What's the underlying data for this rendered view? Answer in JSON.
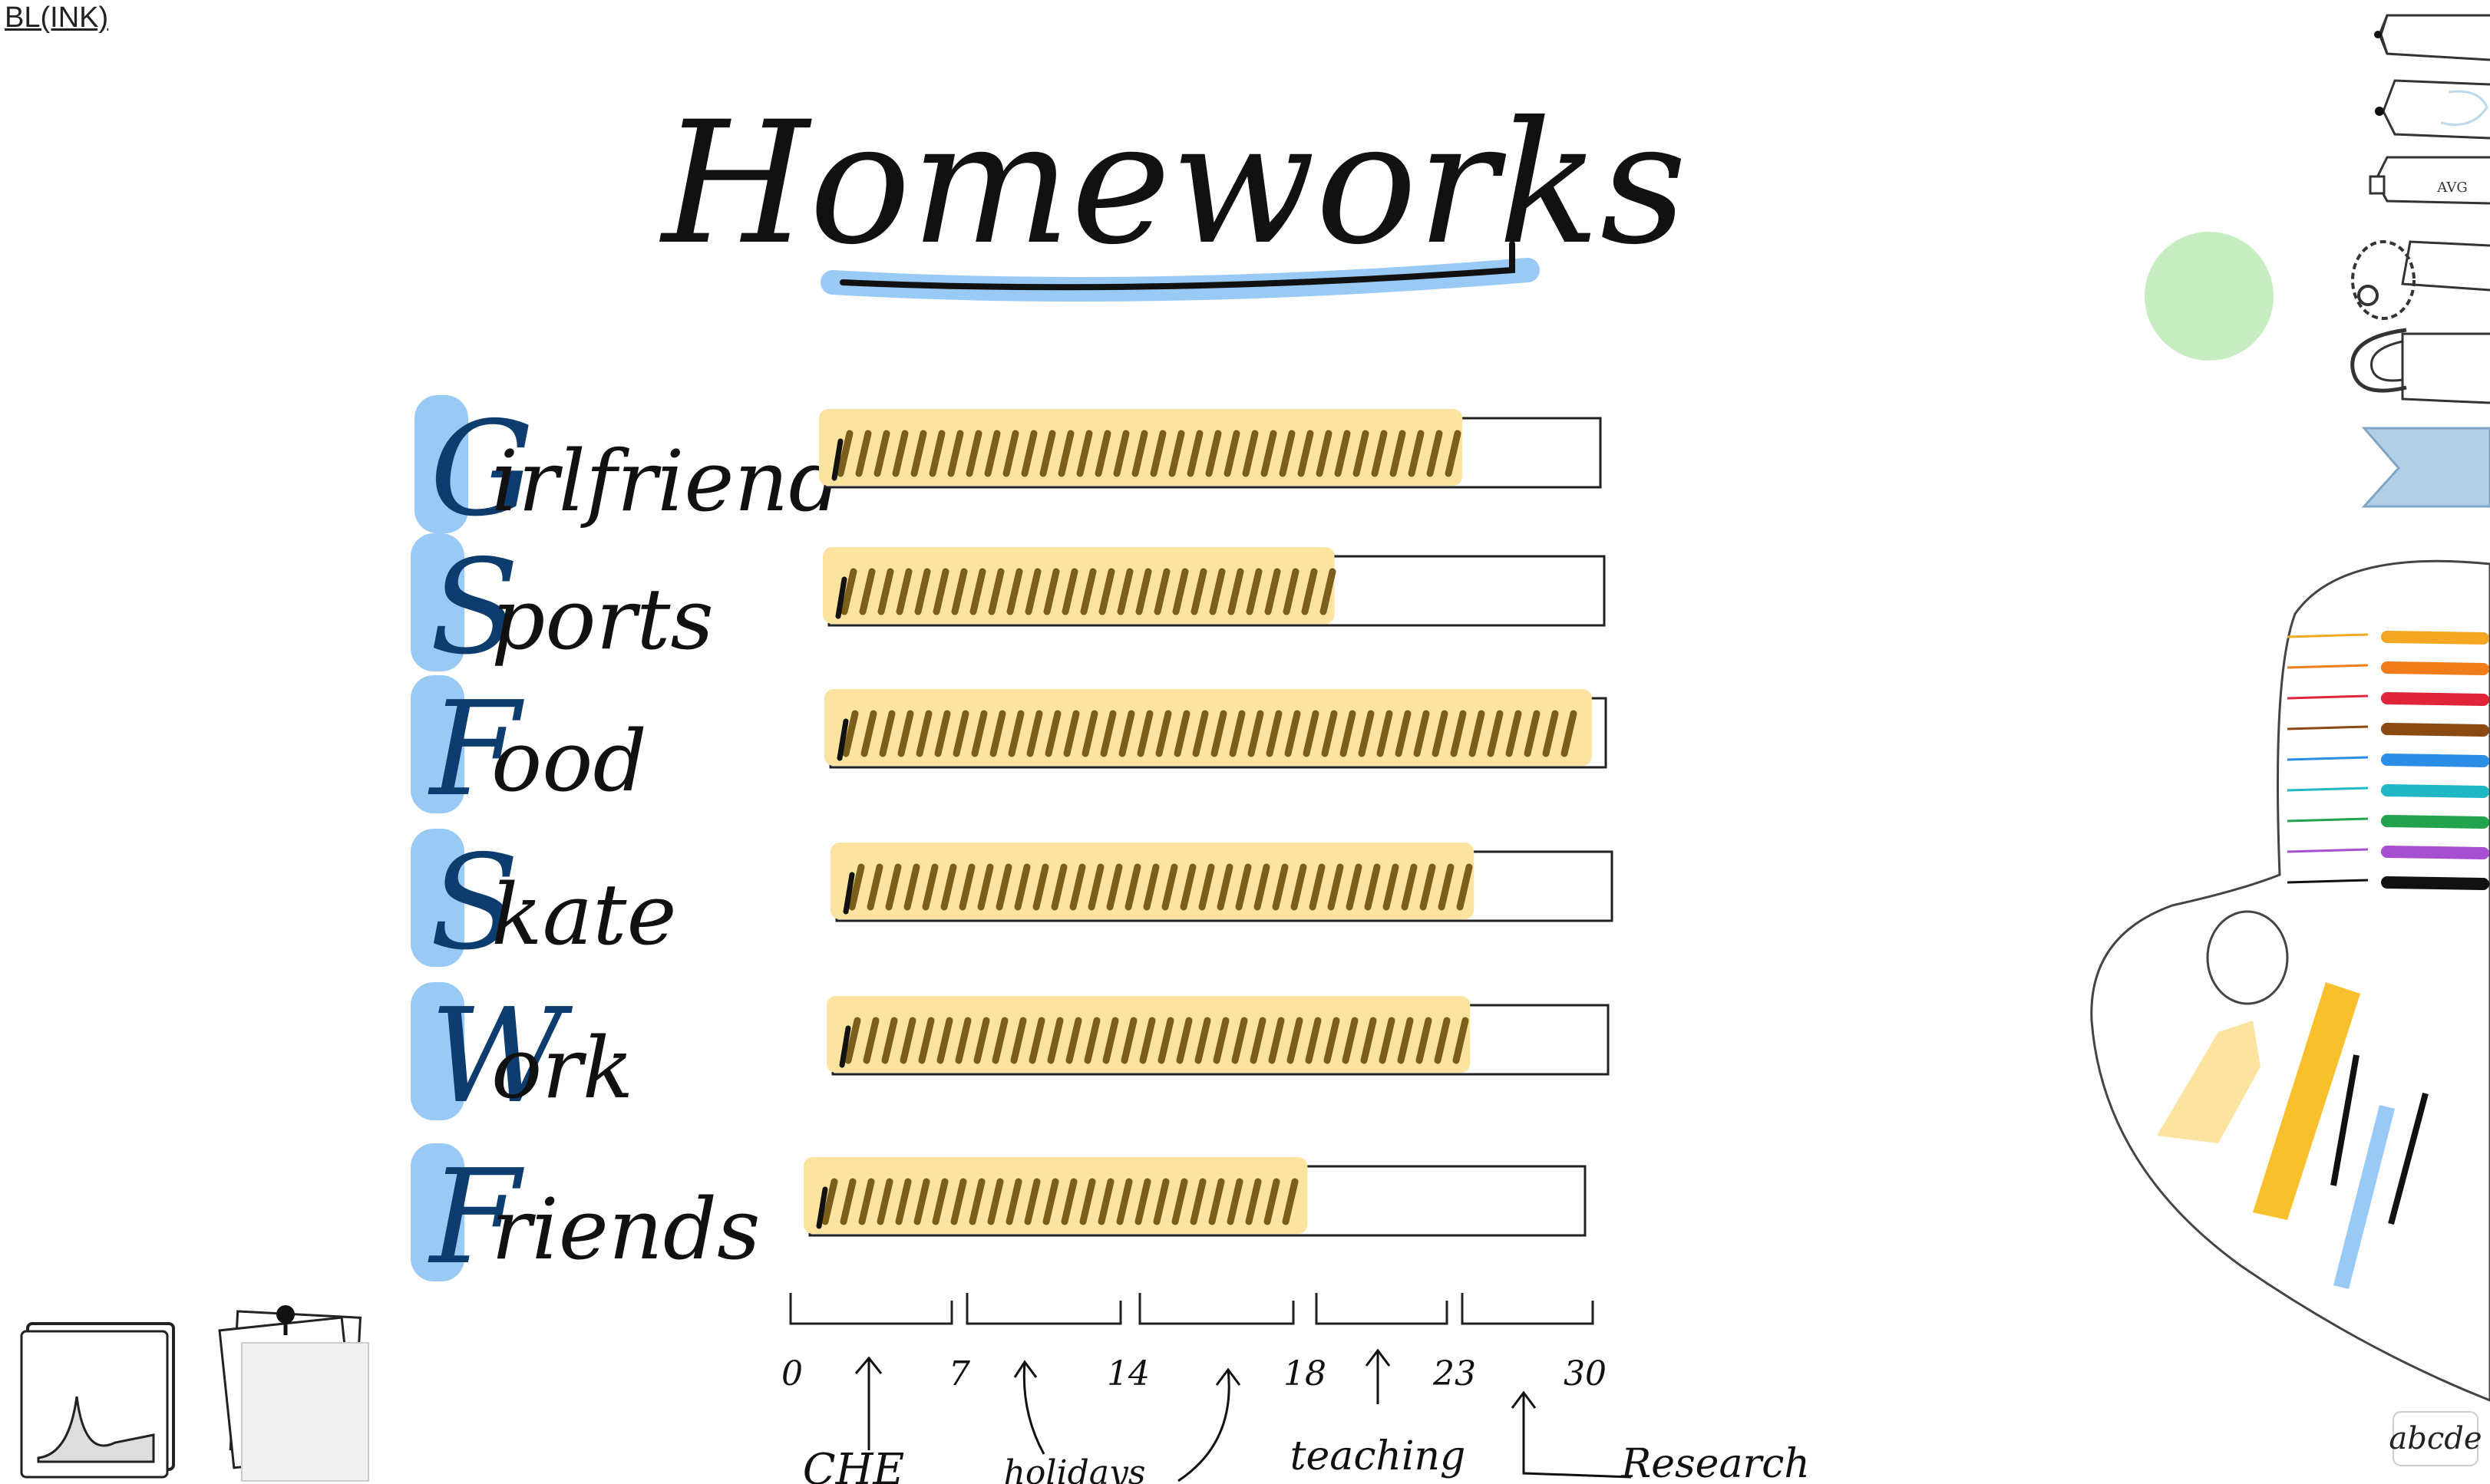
{
  "app": {
    "title": "BL(INK)"
  },
  "colors": {
    "highlight_blue": "#99c9f5",
    "highlight_yellow": "#fce4a0",
    "hatch": "#7a5e1a",
    "ink": "#111111",
    "dot_green": "#c8ecc2",
    "ribbon_blue": "#b3cfe6"
  },
  "board": {
    "title": "Homeworks",
    "categories": [
      {
        "initial": "G",
        "rest": "irlfriend",
        "progress": 0.82
      },
      {
        "initial": "S",
        "rest": "ports",
        "progress": 0.65
      },
      {
        "initial": "F",
        "rest": "ood",
        "progress": 0.98
      },
      {
        "initial": "S",
        "rest": "kate",
        "progress": 0.82
      },
      {
        "initial": "W",
        "rest": "ork",
        "progress": 0.82
      },
      {
        "initial": "F",
        "rest": "riends",
        "progress": 0.64
      }
    ],
    "timeline": {
      "ticks": [
        "0",
        "7",
        "14",
        "18",
        "23",
        "30"
      ],
      "labels": [
        "CHE",
        "holidays",
        "teaching",
        "Research"
      ]
    }
  },
  "toolbar": {
    "tools": [
      {
        "name": "pen-tool"
      },
      {
        "name": "highlighter-tool"
      },
      {
        "name": "avg-tool",
        "label": "AVG"
      },
      {
        "name": "lasso-tool"
      },
      {
        "name": "magnet-tool"
      }
    ]
  },
  "palette": {
    "colors": [
      "#f5a623",
      "#f07d1a",
      "#e0243a",
      "#8a4a12",
      "#2b8de6",
      "#1fb8c4",
      "#23a34e",
      "#a64fd1",
      "#111111"
    ]
  },
  "text_tool": {
    "label": "abcde"
  }
}
